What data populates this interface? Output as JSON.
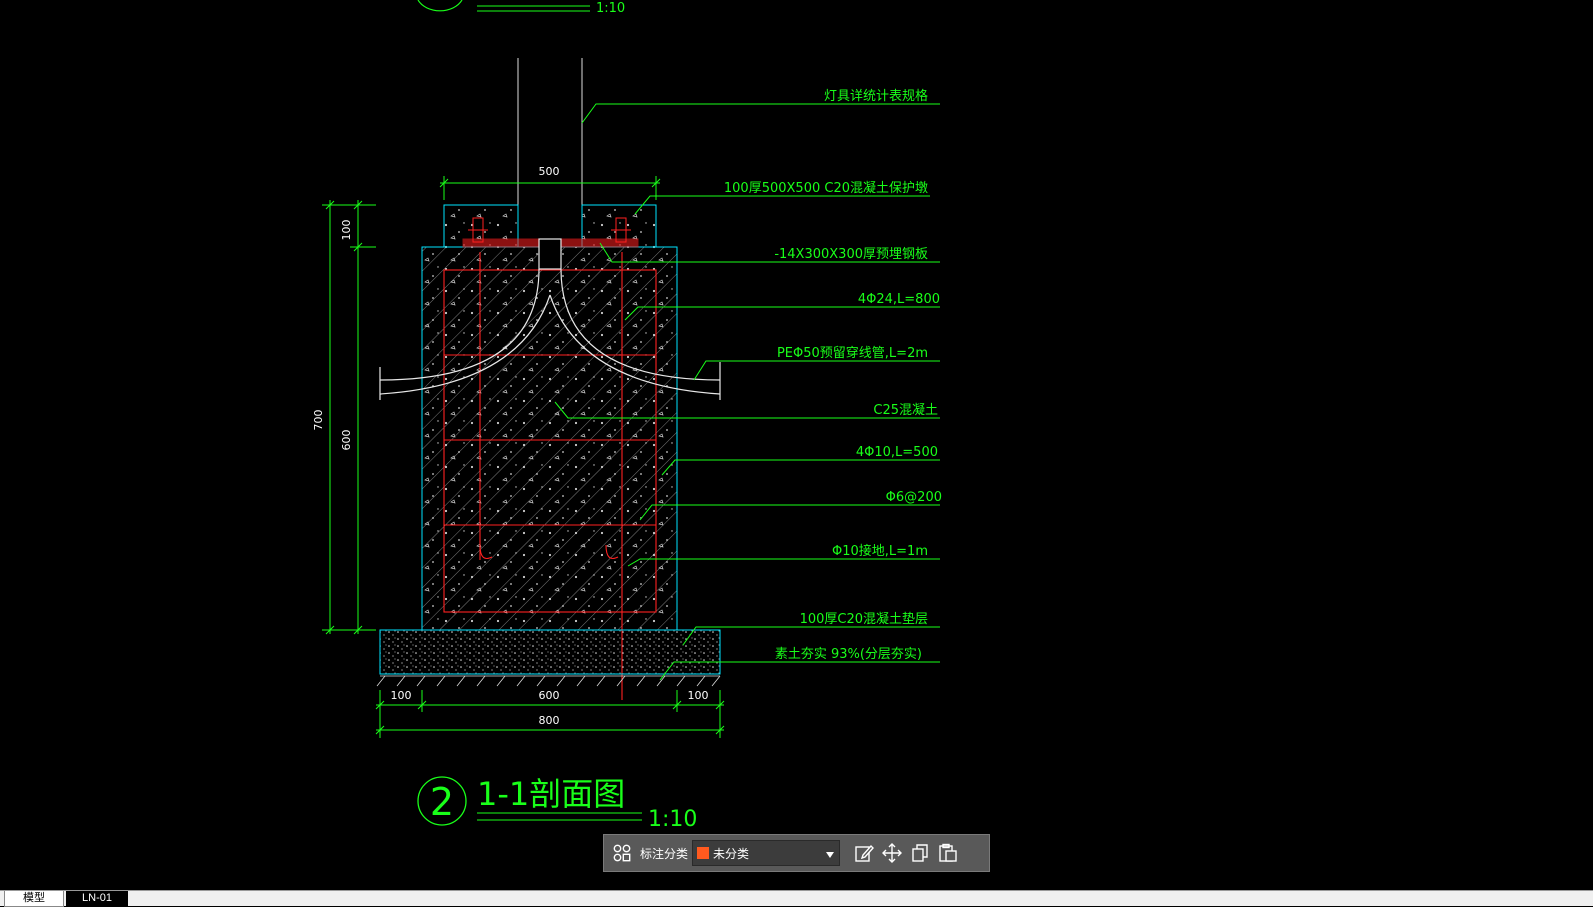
{
  "drawing": {
    "top_scale": "1:10",
    "detail_number": "2",
    "section_title": "1-1剖面图",
    "scale": "1:10",
    "dims": {
      "top_width": "500",
      "top_height": "100",
      "total_height": "700",
      "body_height": "600",
      "left_offset": "100",
      "base_mid": "600",
      "right_offset": "100",
      "base_total": "800"
    },
    "annotations": [
      "灯具详统计表规格",
      "100厚500X500 C20混凝土保护墩",
      "-14X300X300厚预埋钢板",
      "4Φ24,L=800",
      "PEΦ50预留穿线管,L=2m",
      "C25混凝土",
      "4Φ10,L=500",
      "Φ6@200",
      "Φ10接地,L=1m",
      "100厚C20混凝土垫层",
      "素土夯实 93%(分层夯实)"
    ],
    "colors": {
      "background": "#000000",
      "annotation": "#19ff19",
      "outline": "#00e5ff",
      "rebar": "#ff2020",
      "hatch": "#c8c8c8",
      "dimension": "#19ff19",
      "text_dim": "#ffffff"
    }
  },
  "toolbar": {
    "group_icon": "grid-group-icon",
    "label": "标注分类",
    "select_value": "未分类",
    "select_color": "#ff5a1f",
    "edit_icon": "edit-icon",
    "move_icon": "move-icon",
    "copy_icon": "copy-icon",
    "paste_icon": "paste-icon"
  },
  "tabs": {
    "model": "模型",
    "layout": "LN-01"
  }
}
